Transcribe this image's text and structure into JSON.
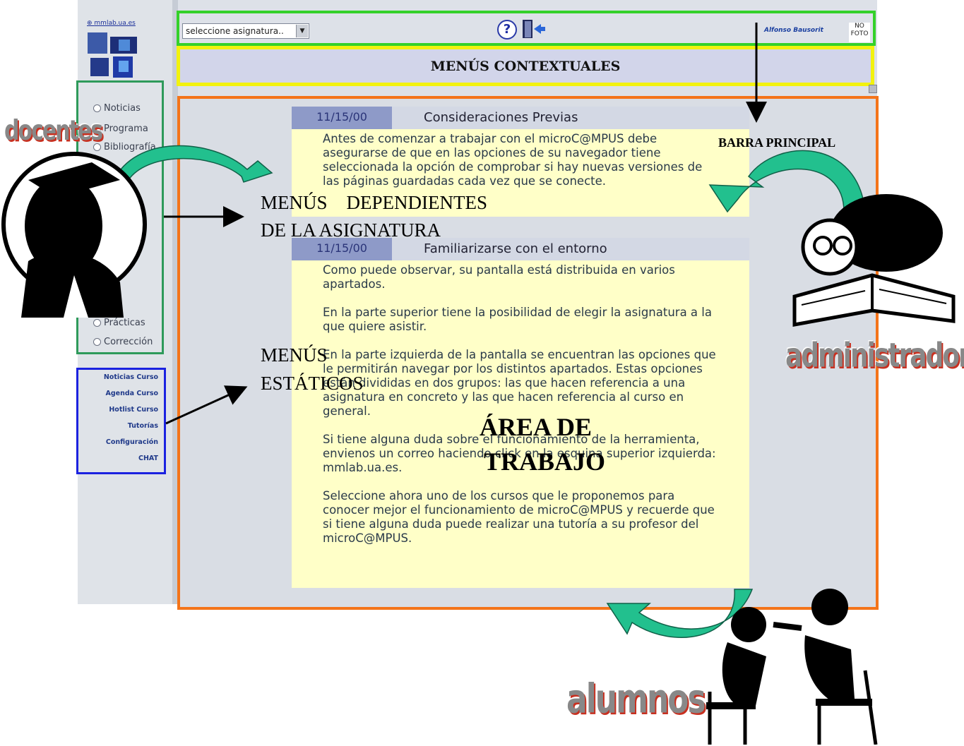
{
  "sidebar": {
    "logo_link": "mmlab.ua.es",
    "radio_items": [
      "Noticias",
      "Programa",
      "Bibliografía",
      "",
      "",
      "",
      "",
      "",
      "",
      "",
      "",
      "Prácticas",
      "Corrección"
    ],
    "static_links": [
      "Noticias Curso",
      "Agenda Curso",
      "Hotlist Curso",
      "Tutorías",
      "Configuración",
      "CHAT"
    ]
  },
  "topbar": {
    "select_value": "seleccione asignatura..",
    "help_glyph": "?",
    "user_name": "Alfonso Bausorit",
    "no_foto": "NO FOTO",
    "context_menu_label": "MENÚS CONTEXTUALES"
  },
  "cards": [
    {
      "date": "11/15/00",
      "title": "Consideraciones Previas",
      "paragraphs": [
        "Antes de comenzar a trabajar con el microC@MPUS debe asegurarse de que en las opciones de su navegador tiene seleccionada la opción de comprobar si hay nuevas versiones de las páginas guardadas cada vez que se conecte."
      ]
    },
    {
      "date": "11/15/00",
      "title": "Familiarizarse con el entorno",
      "paragraphs": [
        "Como puede observar, su pantalla está distribuida en varios apartados.",
        "En la parte superior tiene la posibilidad de elegir la asignatura a la que quiere asistir.",
        "En la parte izquierda de la pantalla se encuentran las opciones que le permitirán navegar por los distintos apartados. Estas opciones están divididas en dos grupos: las que hacen referencia a una asignatura en concreto y las que hacen referencia al curso en general.",
        "Si tiene alguna duda sobre el funcionamiento de la herramienta, envienos un correo haciendo click en la esquina superior izquierda: mmlab.ua.es.",
        "Seleccione ahora uno de los cursos que le proponemos para conocer mejor el funcionamiento de microC@MPUS y recuerde que si tiene alguna duda puede realizar una tutoría a su profesor del microC@MPUS."
      ]
    }
  ],
  "annotations": {
    "barra_principal": "BARRA PRINCIPAL",
    "menus_dependientes_1": "MENÚS    DEPENDIENTES",
    "menus_dependientes_2": "DE LA ASIGNATURA",
    "menus_estaticos_1": "MENÚS",
    "menus_estaticos_2": "ESTÁTICOS",
    "area_trabajo_1": "ÁREA DE",
    "area_trabajo_2": "TRABAJO",
    "docentes": "docentes",
    "administradores": "administradores",
    "alumnos": "alumnos"
  },
  "colors": {
    "green_box": "#34d12a",
    "yellow_box": "#f2f20e",
    "orange_box": "#f4741a",
    "blue_box": "#1b22e0",
    "sidebar_green_box": "#2e9a5a",
    "arrow_teal": "#1fbf8f",
    "card_bg": "#ffffc8"
  }
}
